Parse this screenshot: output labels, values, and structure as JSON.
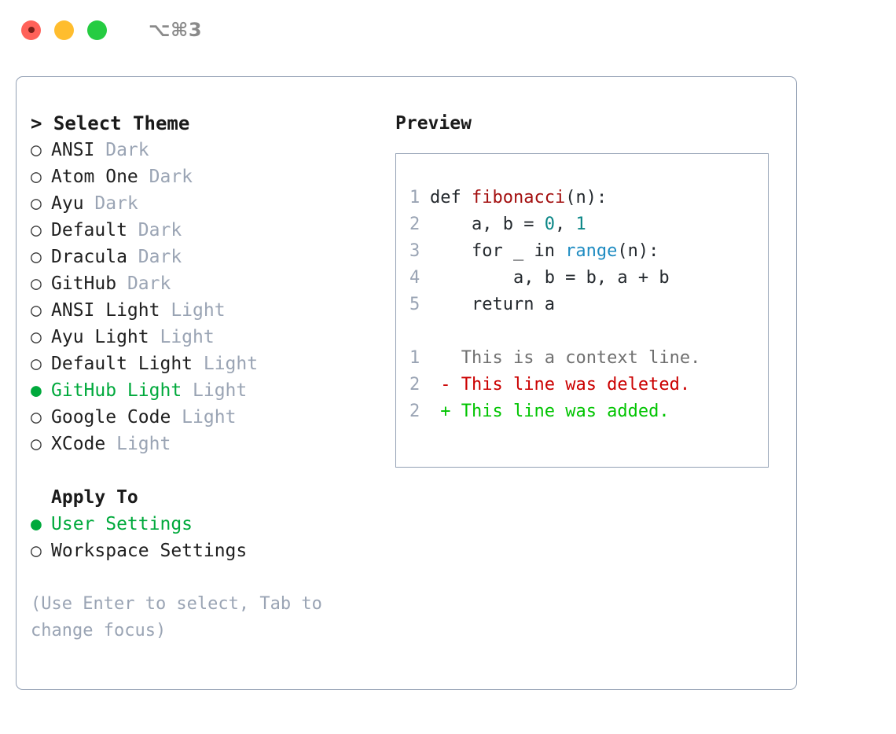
{
  "window": {
    "shortcut": "⌥⌘3",
    "traffic_lights": [
      {
        "name": "close-button",
        "color": "#ff6159"
      },
      {
        "name": "minimize-button",
        "color": "#ffbd2e"
      },
      {
        "name": "maximize-button",
        "color": "#25cc41"
      }
    ]
  },
  "theme_picker": {
    "header": "> Select Theme",
    "marker_unselected": "○",
    "marker_selected": "●",
    "items": [
      {
        "label": "ANSI",
        "variant": "Dark",
        "selected": false
      },
      {
        "label": "Atom One",
        "variant": "Dark",
        "selected": false
      },
      {
        "label": "Ayu",
        "variant": "Dark",
        "selected": false
      },
      {
        "label": "Default",
        "variant": "Dark",
        "selected": false
      },
      {
        "label": "Dracula",
        "variant": "Dark",
        "selected": false
      },
      {
        "label": "GitHub",
        "variant": "Dark",
        "selected": false
      },
      {
        "label": "ANSI Light",
        "variant": "Light",
        "selected": false
      },
      {
        "label": "Ayu Light",
        "variant": "Light",
        "selected": false
      },
      {
        "label": "Default Light",
        "variant": "Light",
        "selected": false
      },
      {
        "label": "GitHub Light",
        "variant": "Light",
        "selected": true
      },
      {
        "label": "Google Code",
        "variant": "Light",
        "selected": false
      },
      {
        "label": "XCode",
        "variant": "Light",
        "selected": false
      }
    ]
  },
  "apply_to": {
    "header": "Apply To",
    "items": [
      {
        "label": "User Settings",
        "selected": true
      },
      {
        "label": "Workspace Settings",
        "selected": false
      }
    ]
  },
  "hint": "(Use Enter to select, Tab to change focus)",
  "preview": {
    "title": "Preview",
    "code_lines": [
      {
        "number": "1",
        "tokens": [
          {
            "text": "def ",
            "kind": "plain"
          },
          {
            "text": "fibonacci",
            "kind": "function"
          },
          {
            "text": "(n):",
            "kind": "plain"
          }
        ]
      },
      {
        "number": "2",
        "tokens": [
          {
            "text": "    a, b = ",
            "kind": "plain"
          },
          {
            "text": "0",
            "kind": "number"
          },
          {
            "text": ", ",
            "kind": "plain"
          },
          {
            "text": "1",
            "kind": "number"
          }
        ]
      },
      {
        "number": "3",
        "tokens": [
          {
            "text": "    for _ in ",
            "kind": "plain"
          },
          {
            "text": "range",
            "kind": "builtin"
          },
          {
            "text": "(n):",
            "kind": "plain"
          }
        ]
      },
      {
        "number": "4",
        "tokens": [
          {
            "text": "        a, b = b, a + b",
            "kind": "plain"
          }
        ]
      },
      {
        "number": "5",
        "tokens": [
          {
            "text": "    return a",
            "kind": "plain"
          }
        ]
      }
    ],
    "diff_lines": [
      {
        "number": "1",
        "sign": " ",
        "text": "This is a context line.",
        "kind": "context"
      },
      {
        "number": "2",
        "sign": "-",
        "text": "This line was deleted.",
        "kind": "deleted"
      },
      {
        "number": "2",
        "sign": "+",
        "text": "This line was added.",
        "kind": "added"
      }
    ]
  },
  "colors": {
    "accent_green": "#00a93c",
    "muted": "#9aa4b4",
    "border": "#93a0b4",
    "code_function": "#a30f0f",
    "code_number": "#0a8686",
    "code_builtin": "#1f8cc2",
    "diff_added": "#00c400",
    "diff_deleted": "#cb0000",
    "diff_context": "#707070"
  }
}
